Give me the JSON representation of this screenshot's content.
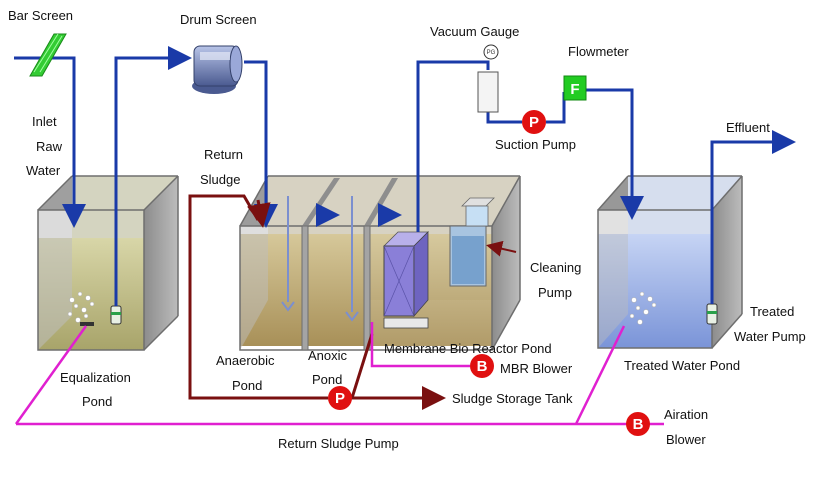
{
  "labels": {
    "bar_screen": "Bar Screen",
    "drum_screen": "Drum Screen",
    "vacuum_gauge": "Vacuum Gauge",
    "flowmeter": "Flowmeter",
    "inlet_1": "Inlet",
    "inlet_2": "Raw",
    "inlet_3": "Water",
    "return_1": "Return",
    "return_2": "Sludge",
    "suction_pump": "Suction Pump",
    "effluent": "Effluent",
    "cleaning_1": "Cleaning",
    "cleaning_2": "Pump",
    "treated_pump_1": "Treated",
    "treated_pump_2": "Water Pump",
    "anaerobic_1": "Anaerobic",
    "anaerobic_2": "Pond",
    "anoxic_1": "Anoxic",
    "anoxic_2": "Pond",
    "mbr_pond": "Membrane Bio Reactor Pond",
    "mbr_blower": "MBR Blower",
    "treated_pond": "Treated Water Pond",
    "equalization_1": "Equalization",
    "equalization_2": "Pond",
    "sludge_tank": "Sludge Storage Tank",
    "airation_1": "Airation",
    "airation_2": "Blower",
    "return_pump": "Return Sludge Pump"
  },
  "badges": {
    "pump": "P",
    "blower": "B",
    "flowmeter": "F",
    "gauge": "PG"
  },
  "colors": {
    "water_line": "#1a3aa8",
    "air_line": "#e020d0",
    "sludge_line": "#7a1010",
    "pump_badge": "#e01010",
    "flowmeter_badge": "#22cc22",
    "bar_screen": "#33cc33",
    "tank_wall": "#999999",
    "membrane": "#8a7fd8"
  }
}
